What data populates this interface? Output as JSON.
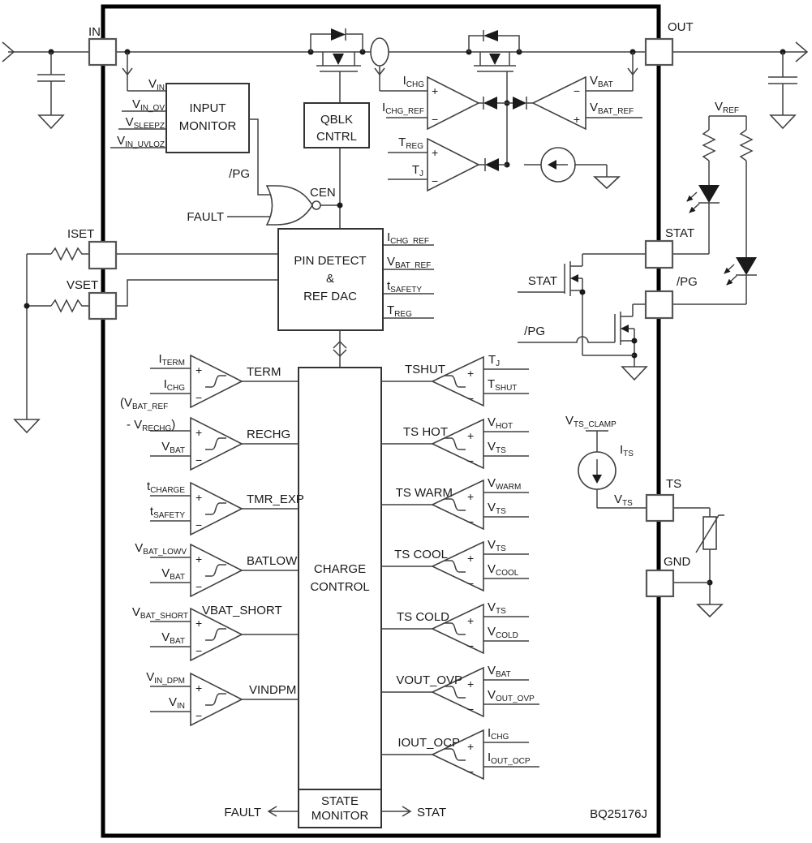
{
  "part_number": "BQ25176J",
  "pins": {
    "in": "IN",
    "out": "OUT",
    "iset": "ISET",
    "vset": "VSET",
    "stat": "STAT",
    "pg": "/PG",
    "ts": "TS",
    "gnd": "GND"
  },
  "blocks": {
    "input_monitor": {
      "line1": "INPUT",
      "line2": "MONITOR"
    },
    "qblk": {
      "line1": "QBLK",
      "line2": "CNTRL"
    },
    "pin_detect": {
      "line1": "PIN DETECT",
      "line2": "&",
      "line3": "REF DAC"
    },
    "charge_control": {
      "line1": "CHARGE",
      "line2": "CONTROL"
    },
    "state_monitor": {
      "line1": "STATE",
      "line2": "MONITOR"
    }
  },
  "comparators": {
    "term": "TERM",
    "rechg": "RECHG",
    "tmr_exp": "TMR_EXP",
    "batlow": "BATLOW",
    "vbat_short": "VBAT_SHORT",
    "vindpm": "VINDPM",
    "tshut": "TSHUT",
    "ts_hot": "TS HOT",
    "ts_warm": "TS WARM",
    "ts_cool": "TS COOL",
    "ts_cold": "TS COLD",
    "vout_ovp": "VOUT_OVP",
    "iout_ocp": "IOUT_OCP"
  },
  "signals": {
    "plus": "+",
    "minus": "−",
    "pg": "/PG",
    "fault": "FAULT",
    "cen": "CEN",
    "stat": "STAT",
    "vin": {
      "b": "V",
      "s": "IN"
    },
    "vin_ov": {
      "b": "V",
      "s": "IN_OV"
    },
    "vsleepz": {
      "b": "V",
      "s": "SLEEPZ"
    },
    "vin_uvloz": {
      "b": "V",
      "s": "IN_UVLOZ"
    },
    "ichg": {
      "b": "I",
      "s": "CHG"
    },
    "ichg_ref": {
      "b": "I",
      "s": "CHG_REF"
    },
    "treg": {
      "b": "T",
      "s": "REG"
    },
    "tj": {
      "b": "T",
      "s": "J"
    },
    "vbat": {
      "b": "V",
      "s": "BAT"
    },
    "vbat_ref": {
      "b": "V",
      "s": "BAT_REF"
    },
    "tsafety": {
      "b": "t",
      "s": "SAFETY"
    },
    "vref": {
      "b": "V",
      "s": "REF"
    },
    "iterm": {
      "b": "I",
      "s": "TERM"
    },
    "rechg_ref1": {
      "b": "(V",
      "s": "BAT_REF"
    },
    "rechg_ref2": {
      "b": "- V",
      "s": "RECHG",
      "e": ")"
    },
    "tcharge": {
      "b": "t",
      "s": "CHARGE"
    },
    "vbat_lowv": {
      "b": "V",
      "s": "BAT_LOWV"
    },
    "vbat_short": {
      "b": "V",
      "s": "BAT_SHORT"
    },
    "vin_dpm": {
      "b": "V",
      "s": "IN_DPM"
    },
    "tshut": {
      "b": "T",
      "s": "SHUT"
    },
    "vhot": {
      "b": "V",
      "s": "HOT"
    },
    "vts": {
      "b": "V",
      "s": "TS"
    },
    "vwarm": {
      "b": "V",
      "s": "WARM"
    },
    "vcool": {
      "b": "V",
      "s": "COOL"
    },
    "vcold": {
      "b": "V",
      "s": "COLD"
    },
    "vout_ovp": {
      "b": "V",
      "s": "OUT_OVP"
    },
    "iout_ocp": {
      "b": "I",
      "s": "OUT_OCP"
    },
    "vts_clamp": {
      "b": "V",
      "s": "TS_CLAMP"
    },
    "its": {
      "b": "I",
      "s": "TS"
    }
  }
}
